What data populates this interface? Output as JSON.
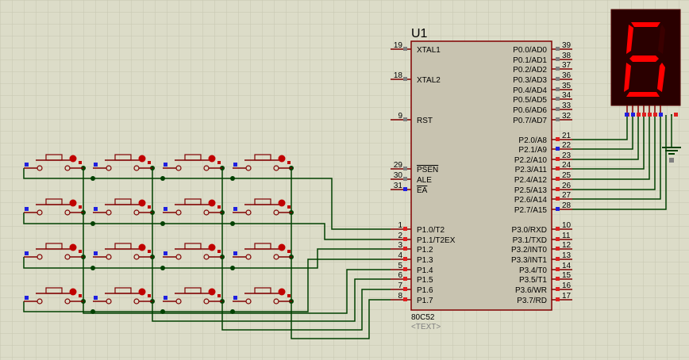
{
  "chip": {
    "ref": "U1",
    "part": "80C52",
    "text_placeholder": "<TEXT>",
    "left_pins": [
      {
        "num": "19",
        "label": "XTAL1"
      },
      {
        "num": "18",
        "label": "XTAL2"
      },
      {
        "num": "9",
        "label": "RST"
      },
      {
        "num": "29",
        "label": "PSEN"
      },
      {
        "num": "30",
        "label": "ALE"
      },
      {
        "num": "31",
        "label": "EA"
      },
      {
        "num": "1",
        "label": "P1.0/T2"
      },
      {
        "num": "2",
        "label": "P1.1/T2EX"
      },
      {
        "num": "3",
        "label": "P1.2"
      },
      {
        "num": "4",
        "label": "P1.3"
      },
      {
        "num": "5",
        "label": "P1.4"
      },
      {
        "num": "6",
        "label": "P1.5"
      },
      {
        "num": "7",
        "label": "P1.6"
      },
      {
        "num": "8",
        "label": "P1.7"
      }
    ],
    "right_pins": [
      {
        "num": "39",
        "label": "P0.0/AD0"
      },
      {
        "num": "38",
        "label": "P0.1/AD1"
      },
      {
        "num": "37",
        "label": "P0.2/AD2"
      },
      {
        "num": "36",
        "label": "P0.3/AD3"
      },
      {
        "num": "35",
        "label": "P0.4/AD4"
      },
      {
        "num": "34",
        "label": "P0.5/AD5"
      },
      {
        "num": "33",
        "label": "P0.6/AD6"
      },
      {
        "num": "32",
        "label": "P0.7/AD7"
      },
      {
        "num": "21",
        "label": "P2.0/A8"
      },
      {
        "num": "22",
        "label": "P2.1/A9"
      },
      {
        "num": "23",
        "label": "P2.2/A10"
      },
      {
        "num": "24",
        "label": "P2.3/A11"
      },
      {
        "num": "25",
        "label": "P2.4/A12"
      },
      {
        "num": "26",
        "label": "P2.5/A13"
      },
      {
        "num": "27",
        "label": "P2.6/A14"
      },
      {
        "num": "28",
        "label": "P2.7/A15"
      },
      {
        "num": "10",
        "label": "P3.0/RXD"
      },
      {
        "num": "11",
        "label": "P3.1/TXD"
      },
      {
        "num": "12",
        "label": "P3.2/INT0"
      },
      {
        "num": "13",
        "label": "P3.3/INT1"
      },
      {
        "num": "14",
        "label": "P3.4/T0"
      },
      {
        "num": "15",
        "label": "P3.5/T1"
      },
      {
        "num": "16",
        "label": "P3.6/WR"
      },
      {
        "num": "17",
        "label": "P3.7/RD"
      }
    ]
  },
  "display": {
    "digit": "6",
    "segments_on": [
      "a",
      "c",
      "d",
      "e",
      "f",
      "g"
    ],
    "on_color": "#ff0000",
    "off_color": "#3a0000",
    "body_color": "#2a0000"
  },
  "keypad": {
    "rows": 4,
    "cols": 4
  },
  "colors": {
    "background": "#dcdcc8",
    "grid": "#c6c6b0",
    "wire": "#004000",
    "pin": "#800000",
    "chip_fill": "#c8c3b0",
    "junction": "#004000",
    "pin_high": "#e02020",
    "pin_low": "#2020e0",
    "pin_float": "#808080",
    "button_indicator": "#c00000"
  }
}
